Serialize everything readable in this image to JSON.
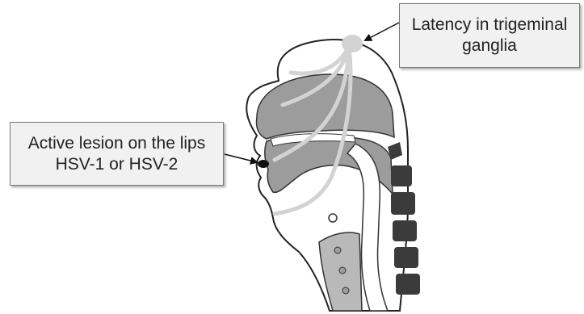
{
  "callouts": {
    "latency": {
      "line1": "Latency in trigeminal",
      "line2": "ganglia"
    },
    "lesion": {
      "line1": "Active lesion on the lips",
      "line2": "HSV-1 or HSV-2"
    }
  },
  "colors": {
    "tissue_dark": "#9c9c9c",
    "vertebra": "#3b3b3b",
    "nerve": "#d3d3d3",
    "outline": "#222222",
    "callout_bg": "#f1f1f1"
  }
}
